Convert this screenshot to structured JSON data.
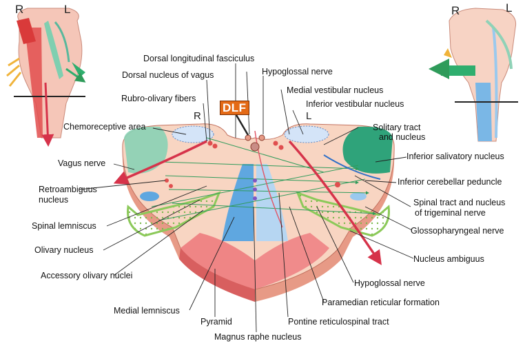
{
  "labels": {
    "dorsal_longitudinal_fasciculus": "Dorsal longitudinal fasciculus",
    "dorsal_nucleus_of_vagus": "Dorsal nucleus of vagus",
    "hypoglossal_nerve_top": "Hypoglossal nerve",
    "rubro_olivary_fibers": "Rubro-olivary fibers",
    "medial_vestibular_nucleus": "Medial vestibular nucleus",
    "inferior_vestibular_nucleus": "Inferior  vestibular nucleus",
    "chemoreceptive_area": "Chemoreceptive area",
    "solitary_tract": "Solitary tract",
    "and_nucleus": "and nucleus",
    "inferior_salivatory_nucleus": "Inferior salivatory nucleus",
    "vagus_nerve": "Vagus nerve",
    "inferior_cerebellar_peduncle": "Inferior cerebellar peduncle",
    "retroambiguus": "Retroambiguus",
    "retroambiguus_nucleus": "nucleus",
    "spinal_tract": "Spinal tract and nucleus",
    "of_trigeminal": "of trigeminal nerve",
    "spinal_lemniscus": "Spinal lemniscus",
    "glossopharyngeal_nerve": "Glossopharyngeal nerve",
    "olivary_nucleus": "Olivary nucleus",
    "nucleus_ambiguus": "Nucleus ambiguus",
    "accessory_olivary_nuclei": "Accessory olivary nuclei",
    "hypoglossal_nerve_bottom": "Hypoglossal nerve",
    "paramedian_reticular_formation": "Paramedian reticular formation",
    "medial_lemniscus": "Medial lemniscus",
    "pontine_reticulospinal_tract": "Pontine reticulospinal tract",
    "pyramid": "Pyramid",
    "magnus_raphe_nucleus": "Magnus raphe nucleus"
  },
  "dlf_tag": "DLF",
  "side_markers": {
    "section_right": "R",
    "section_left": "L",
    "inset1_right": "R",
    "inset1_left": "L",
    "inset2_right": "R",
    "inset2_left": "L"
  },
  "colors": {
    "tissue": "#f7d2bd",
    "tissue_side": "#e79a86",
    "pyramid": "#ef8585",
    "medial_lemniscus_blue": "#8fc3ea",
    "green_area": "#3fa57f",
    "olive_green": "#a8d86e",
    "nerve_red": "#d6334a",
    "fiber_green": "#2f9b5a"
  }
}
